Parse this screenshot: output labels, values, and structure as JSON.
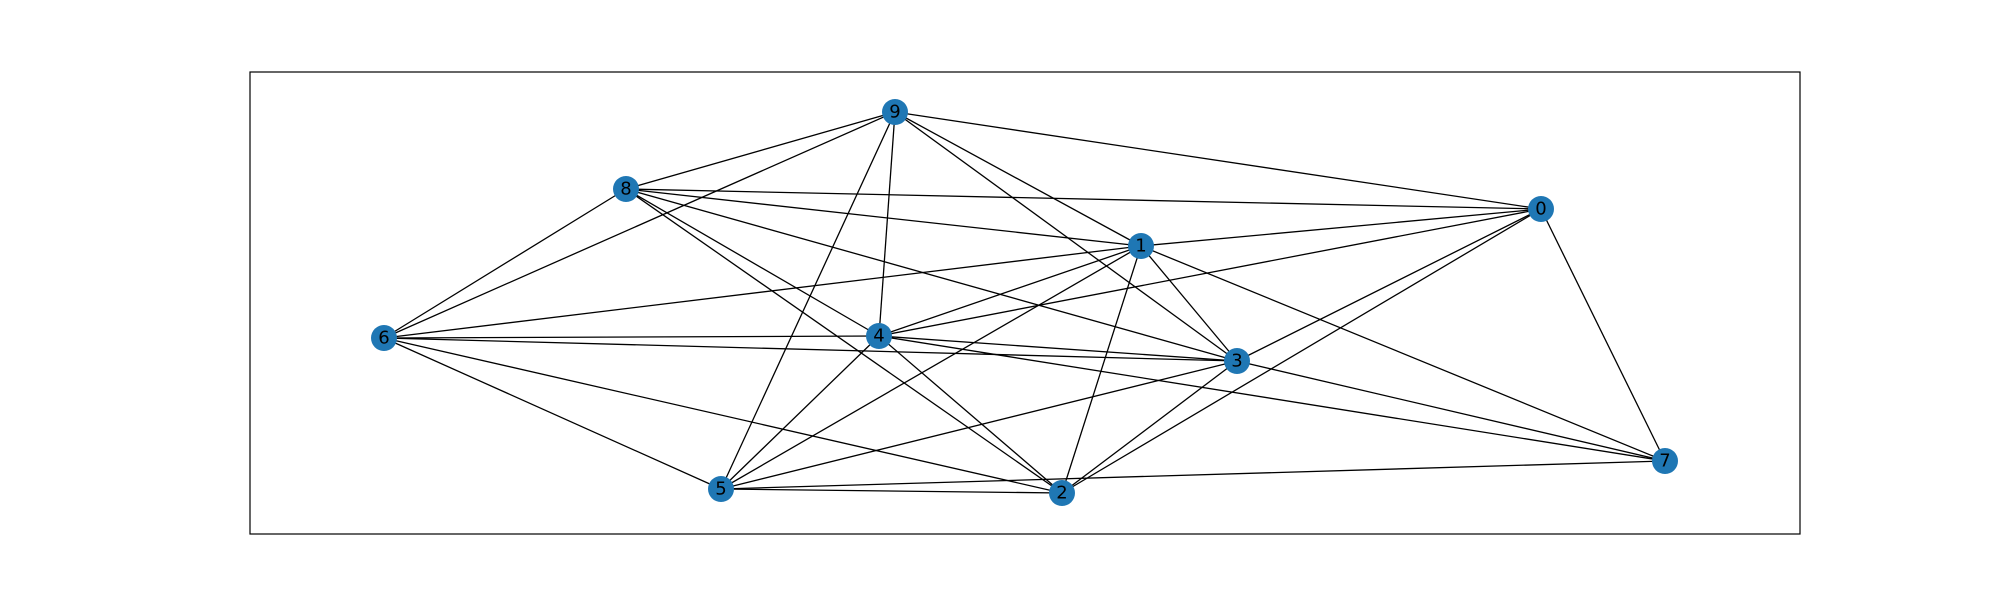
{
  "graph": {
    "node_color": "#1f77b4",
    "edge_color": "#000000",
    "frame_visible": true,
    "nodes": [
      {
        "id": "0",
        "label": "0"
      },
      {
        "id": "1",
        "label": "1"
      },
      {
        "id": "2",
        "label": "2"
      },
      {
        "id": "3",
        "label": "3"
      },
      {
        "id": "4",
        "label": "4"
      },
      {
        "id": "5",
        "label": "5"
      },
      {
        "id": "6",
        "label": "6"
      },
      {
        "id": "7",
        "label": "7"
      },
      {
        "id": "8",
        "label": "8"
      },
      {
        "id": "9",
        "label": "9"
      }
    ],
    "edges": [
      [
        "9",
        "8"
      ],
      [
        "9",
        "6"
      ],
      [
        "9",
        "0"
      ],
      [
        "9",
        "1"
      ],
      [
        "9",
        "3"
      ],
      [
        "9",
        "4"
      ],
      [
        "9",
        "5"
      ],
      [
        "8",
        "0"
      ],
      [
        "8",
        "1"
      ],
      [
        "8",
        "3"
      ],
      [
        "8",
        "4"
      ],
      [
        "8",
        "2"
      ],
      [
        "8",
        "6"
      ],
      [
        "0",
        "1"
      ],
      [
        "0",
        "4"
      ],
      [
        "0",
        "3"
      ],
      [
        "0",
        "2"
      ],
      [
        "0",
        "7"
      ],
      [
        "1",
        "6"
      ],
      [
        "1",
        "4"
      ],
      [
        "1",
        "3"
      ],
      [
        "1",
        "5"
      ],
      [
        "1",
        "2"
      ],
      [
        "1",
        "7"
      ],
      [
        "6",
        "4"
      ],
      [
        "6",
        "3"
      ],
      [
        "6",
        "5"
      ],
      [
        "6",
        "2"
      ],
      [
        "4",
        "3"
      ],
      [
        "4",
        "5"
      ],
      [
        "4",
        "2"
      ],
      [
        "4",
        "7"
      ],
      [
        "3",
        "5"
      ],
      [
        "3",
        "2"
      ],
      [
        "3",
        "7"
      ],
      [
        "5",
        "2"
      ],
      [
        "5",
        "7"
      ]
    ]
  }
}
